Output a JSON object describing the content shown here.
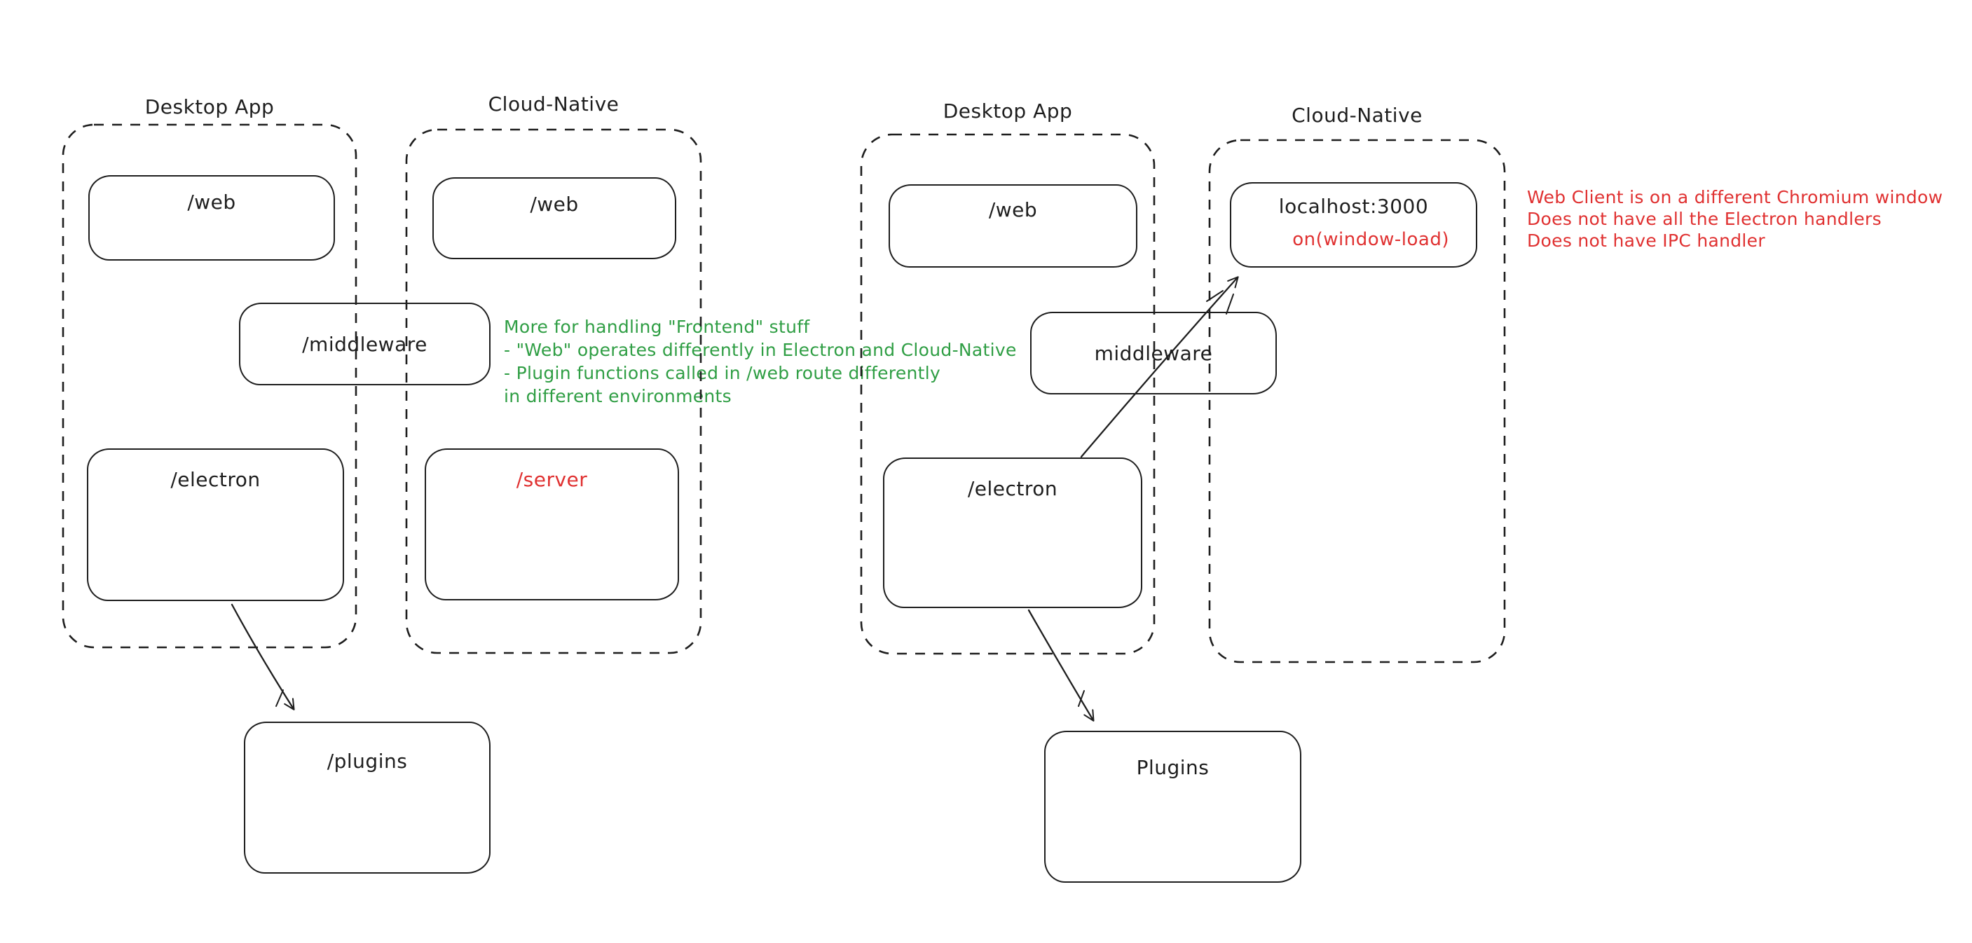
{
  "colors": {
    "ink": "#1e1e1e",
    "green": "#2f9e44",
    "red": "#e03131",
    "background": "#ffffff"
  },
  "left": {
    "desktop": {
      "title": "Desktop App",
      "web": "/web",
      "electron": "/electron"
    },
    "cloud": {
      "title": "Cloud-Native",
      "web": "/web",
      "server": "/server"
    },
    "middleware": "/middleware",
    "plugins": "/plugins",
    "note": {
      "lines": [
        "More for handling \"Frontend\" stuff",
        "- \"Web\" operates differently in Electron and Cloud-Native",
        "- Plugin functions called in /web route differently",
        "in different environments"
      ]
    }
  },
  "right": {
    "desktop": {
      "title": "Desktop App",
      "web": "/web",
      "electron": "/electron"
    },
    "cloud": {
      "title": "Cloud-Native"
    },
    "localhost": {
      "title": "localhost:3000",
      "event": "on(window-load)"
    },
    "middleware": "middleware",
    "plugins": "Plugins",
    "note": {
      "lines": [
        "Web Client is on a different Chromium window",
        "Does not have all the Electron handlers",
        "Does not have IPC handler"
      ]
    }
  }
}
